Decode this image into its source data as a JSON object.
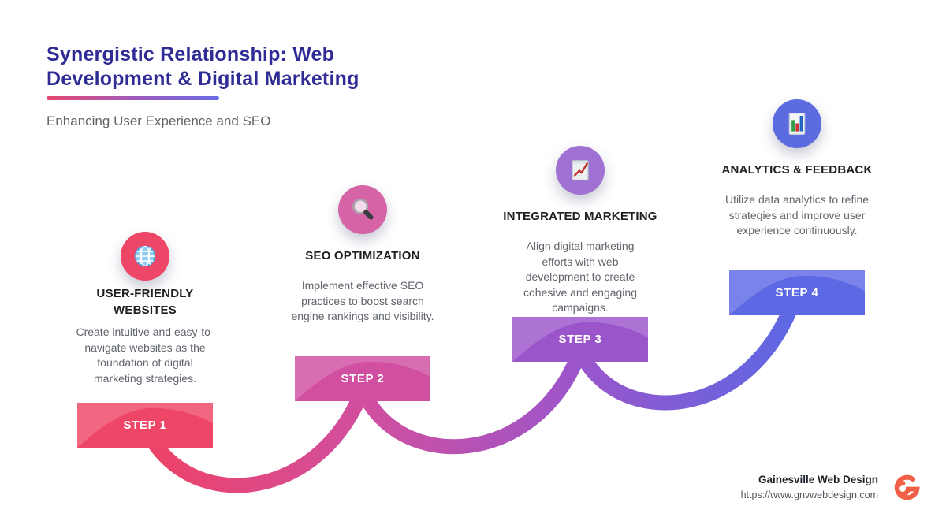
{
  "header": {
    "title": "Synergistic Relationship: Web Development & Digital Marketing",
    "subtitle": "Enhancing User Experience and SEO"
  },
  "steps": [
    {
      "label": "STEP 1",
      "title": "USER-FRIENDLY WEBSITES",
      "description": "Create intuitive and easy-to-navigate websites as the foundation of digital marketing strategies.",
      "icon": "globe-icon",
      "accent_color": "#ee4666"
    },
    {
      "label": "STEP 2",
      "title": "SEO OPTIMIZATION",
      "description": "Implement effective SEO practices to boost search engine rankings and visibility.",
      "icon": "magnifier-icon",
      "accent_color": "#d04fa0"
    },
    {
      "label": "STEP 3",
      "title": "INTEGRATED MARKETING",
      "description": "Align digital marketing efforts with web development to create cohesive and engaging campaigns.",
      "icon": "chart-increasing-icon",
      "accent_color": "#9a55cb"
    },
    {
      "label": "STEP 4",
      "title": "ANALYTICS & FEEDBACK",
      "description": "Utilize data analytics to refine strategies and improve user experience continuously.",
      "icon": "bar-chart-icon",
      "accent_color": "#5c68e4"
    }
  ],
  "palette": {
    "title_color": "#302c96",
    "underline_gradient_start": "#e8476f",
    "underline_gradient_end": "#6b6ce4",
    "wave_gradient": [
      "#ee4266",
      "#d04fa0",
      "#9a55cb",
      "#5c68e4"
    ],
    "logo_color": "#f05f46"
  },
  "footer": {
    "brand": "Gainesville Web Design",
    "url": "https://www.gnvwebdesign.com",
    "logo": "g-spiral-logo"
  }
}
